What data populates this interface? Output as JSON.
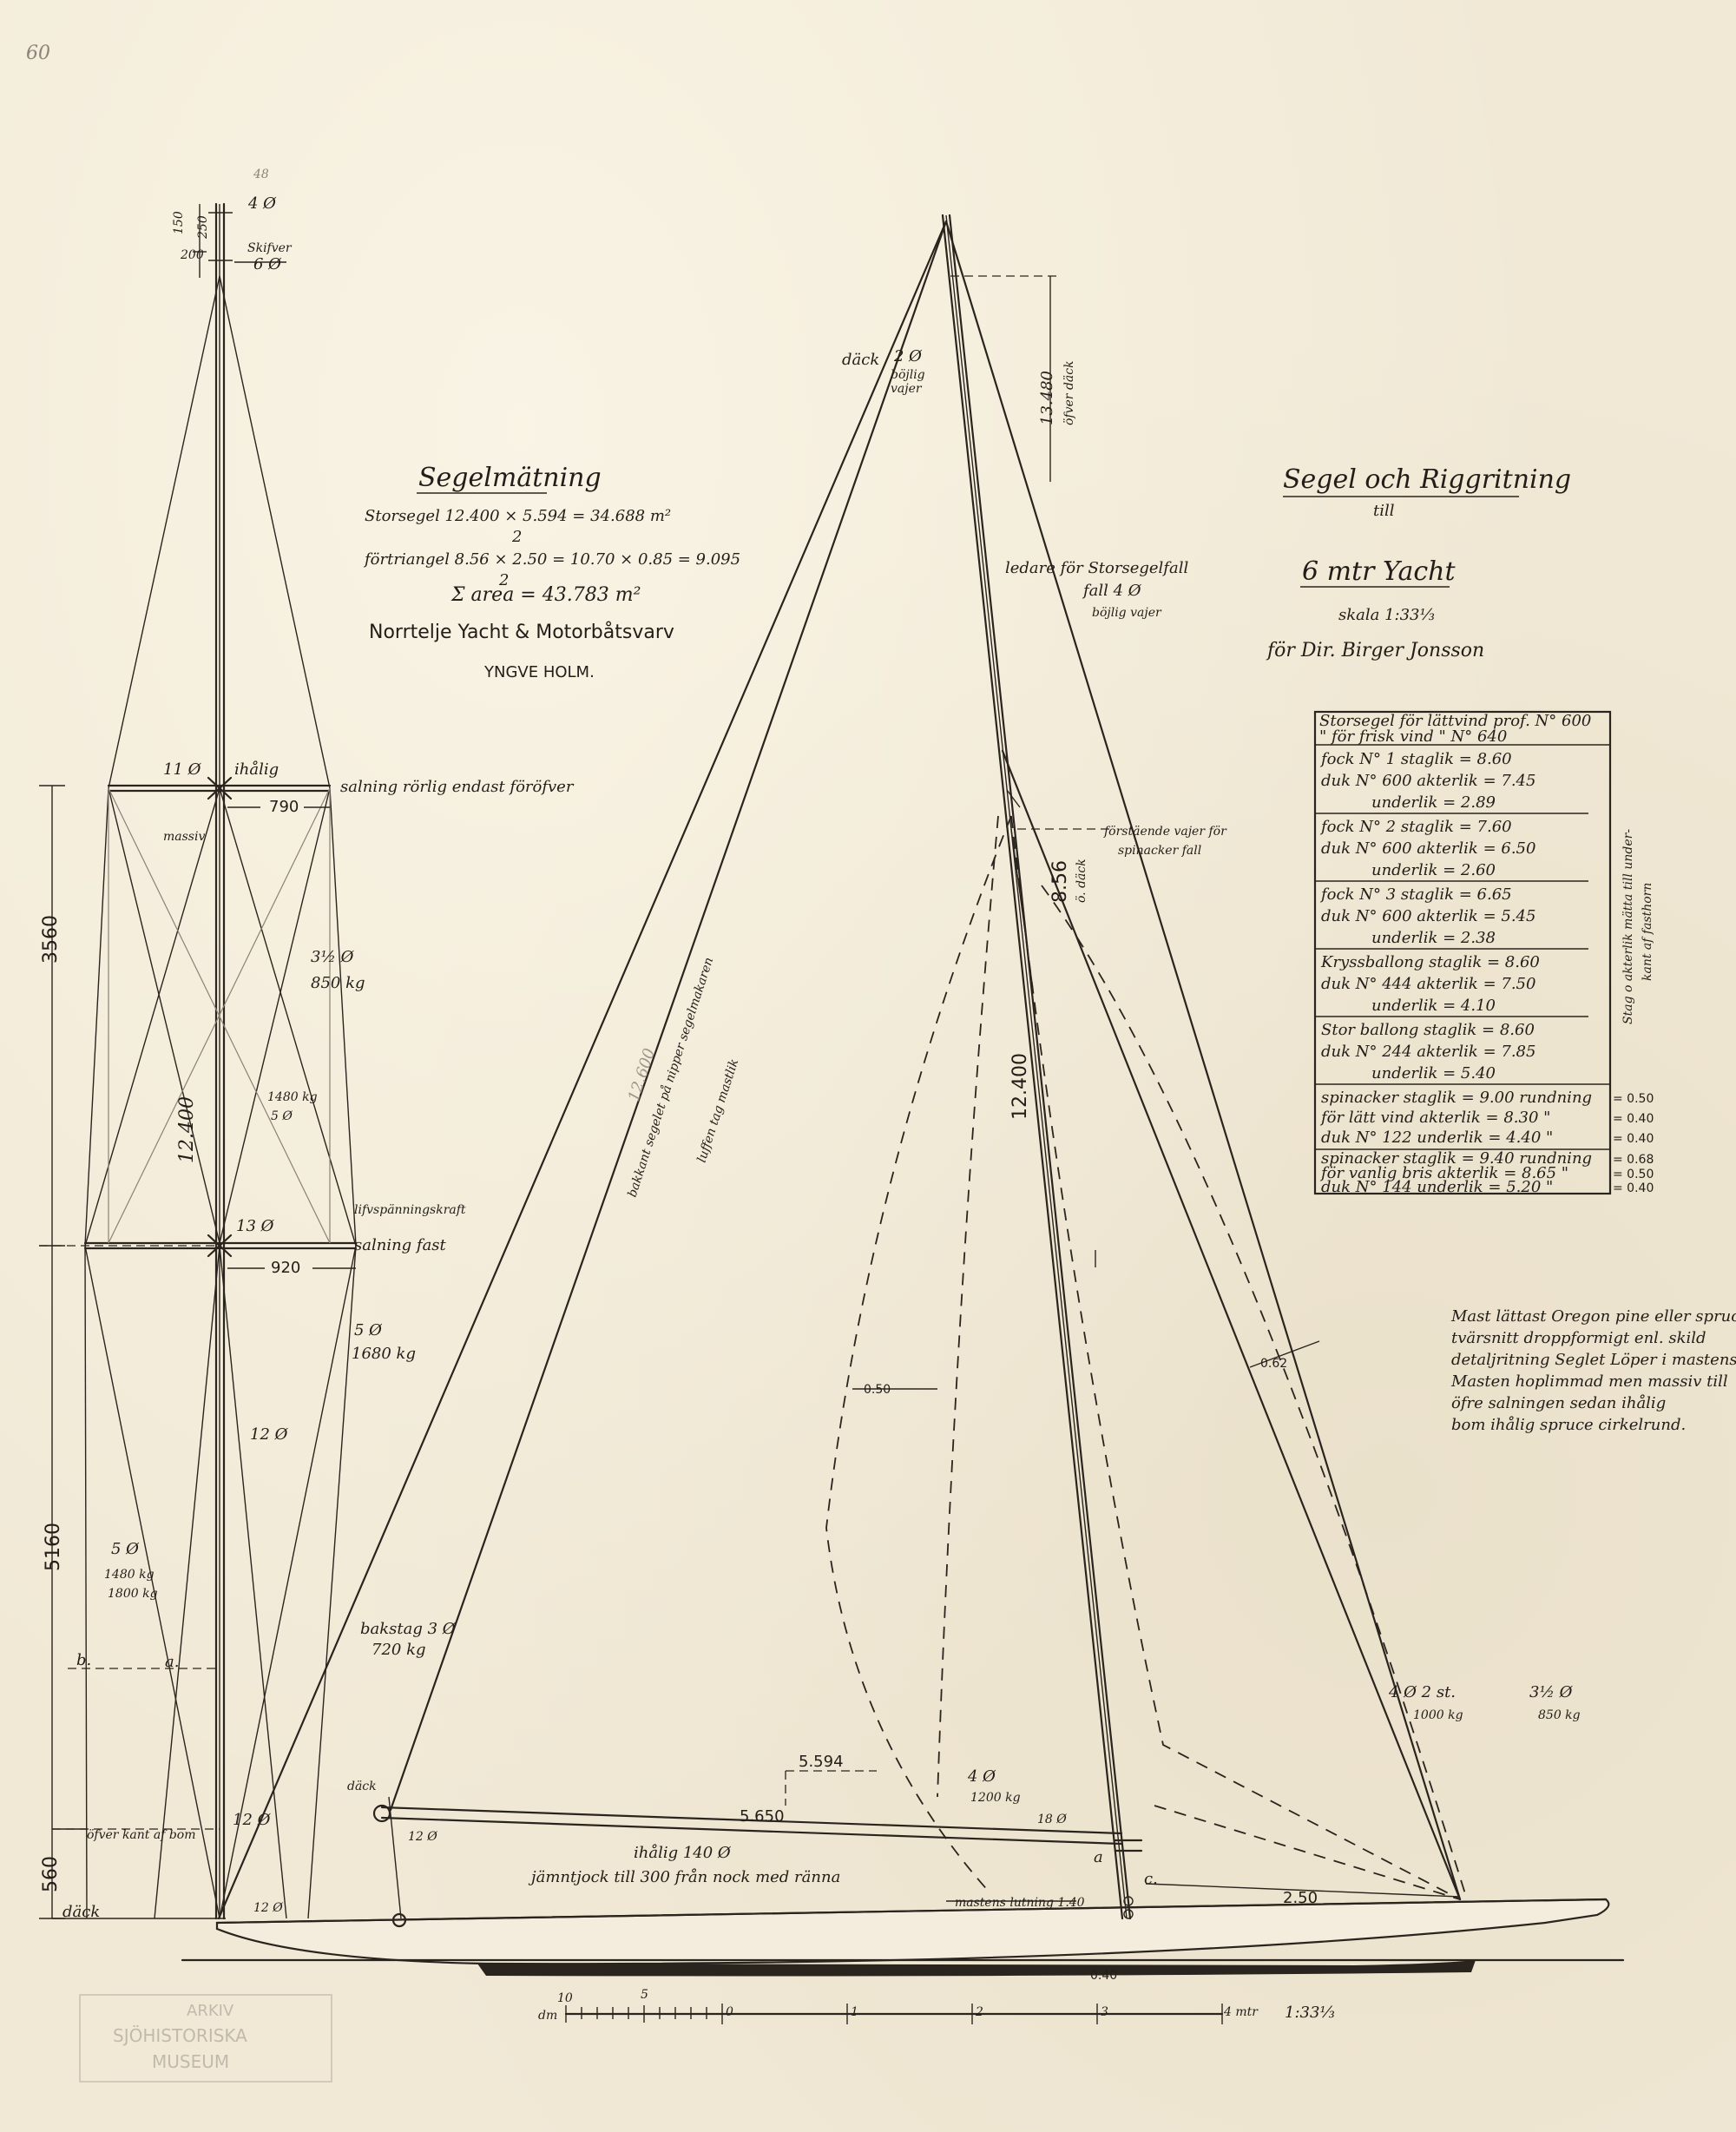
{
  "sheet": {
    "number": "60",
    "header_mark": "48"
  },
  "title_block": {
    "line1": "Segel och Riggritning",
    "line2": "till",
    "line3": "6 mtr Yacht",
    "scale": "skala 1:33⅓",
    "owner": "för Dir. Birger Jonsson"
  },
  "sail_area": {
    "heading": "Segelmätning",
    "mainsail": "Storsegel   12.400 × 5.594 = 34.688 m²",
    "mainsail_div": "2",
    "foretriangle": "förtriangel   8.56 × 2.50 = 10.70 × 0.85 = 9.095",
    "foretriangle_div": "2",
    "total": "Σ area = 43.783 m²",
    "yard": "Norrtelje Yacht & Motorbåtsvarv",
    "designer": "YNGVE HOLM."
  },
  "sails_table": {
    "header1": "Storsegel  för lättvind prof. N° 600",
    "header2": "\"   för frisk vind  \"  N° 640",
    "rows": [
      {
        "label": "fock N° 1   staglik = 8.60",
        "note": ""
      },
      {
        "label": "duk N° 600 akterlik = 7.45",
        "note": ""
      },
      {
        "label": "underlik = 2.89",
        "note": ""
      },
      {
        "label": "fock N° 2   staglik = 7.60",
        "note": ""
      },
      {
        "label": "duk N° 600 akterlik = 6.50",
        "note": ""
      },
      {
        "label": "underlik = 2.60",
        "note": ""
      },
      {
        "label": "fock N° 3   staglik = 6.65",
        "note": ""
      },
      {
        "label": "duk N° 600 akterlik = 5.45",
        "note": ""
      },
      {
        "label": "underlik = 2.38",
        "note": ""
      },
      {
        "label": "Kryssballong staglik = 8.60",
        "note": ""
      },
      {
        "label": "duk N° 444 akterlik = 7.50",
        "note": ""
      },
      {
        "label": "underlik = 4.10",
        "note": ""
      },
      {
        "label": "Stor ballong staglik = 8.60",
        "note": ""
      },
      {
        "label": "duk N° 244 akterlik = 7.85",
        "note": ""
      },
      {
        "label": "underlik = 5.40",
        "note": ""
      },
      {
        "label": "spinacker  staglik = 9.00 rundning",
        "note": "= 0.50"
      },
      {
        "label": "för lätt vind akterlik = 8.30   \"",
        "note": "= 0.40"
      },
      {
        "label": "duk N° 122 underlik = 4.40   \"",
        "note": "= 0.40"
      },
      {
        "label": "spinacker  staglik = 9.40 rundning",
        "note": "= 0.68"
      },
      {
        "label": "för vanlig bris akterlik = 8.65   \"",
        "note": "= 0.50"
      },
      {
        "label": "duk N° 144 underlik = 5.20   \"",
        "note": "= 0.40"
      }
    ],
    "side_note1": "Stag o akterlik mätta till under-",
    "side_note2": "kant af fasthorn"
  },
  "mast_note": {
    "lines": [
      "Mast lättast Oregon pine eller spruce",
      "tvärsnitt droppformigt enl. skild",
      "detaljritning Seglet Löper i mastens",
      "Masten hoplimmad men massiv till",
      "öfre salningen sedan ihålig",
      "bom ihålig spruce cirkelrund."
    ]
  },
  "mast_elevation": {
    "top_dims": [
      "150",
      "250",
      "200"
    ],
    "top_wire1": "4 Ø",
    "top_wire2": "6 Ø",
    "jumper_label": "Skifver",
    "upper_spreader_wire": "11 Ø",
    "upper_spreader_note": "ihålig",
    "upper_spreader_width": "790",
    "spreader_note": "salning rörlig endast föröfver",
    "massiv": "massiv",
    "wire_a1": "3½ Ø",
    "wire_a2": "850 kg",
    "wire_b1": "1480 kg",
    "wire_b2": "5 Ø",
    "mast_height": "12.400",
    "upper_span": "3560",
    "lower_spreader_wire": "13 Ø",
    "lower_spreader_note": "salning fast",
    "lower_spreader_tension": "lifvspänningskraft",
    "lower_spreader_width": "920",
    "wire_c1": "5 Ø",
    "wire_c2": "1680 kg",
    "wire_d": "12 Ø",
    "lower_span": "5160",
    "wire_e1": "5 Ø",
    "wire_e2": "1480 kg",
    "wire_e3": "1800 kg",
    "label_b": "b.",
    "label_a": "a.",
    "backstay1": "bakstag 3 Ø",
    "backstay2": "720 kg",
    "boom_mark": "öfver kant af bom",
    "wire_f": "12 Ø",
    "deck_span": "560",
    "deck": "däck",
    "wire_g": "12 Ø"
  },
  "rig_profile": {
    "top_label1": "däck",
    "top_label2": "2 Ø",
    "top_label3": "böjlig",
    "top_label4": "vajer",
    "mast_above": "13.480",
    "mast_above2": "öfver däck",
    "halyard1": "ledare för Storsegelfall",
    "halyard2": "fall 4 Ø",
    "halyard3": "böjlig vajer",
    "jib_halyard1": "förstäende vajer för",
    "jib_halyard2": "spinacker fall",
    "forestay_height": "8.56",
    "forestay_note": "ö. däck",
    "luff_note1": "bakkant segelet på nipper segelmakaren",
    "luff_note2": "luffen tag mastlik",
    "luff_faint": "12.600",
    "mast_dim": "12.400",
    "dim_050": "0.50",
    "dim_062": "0.62",
    "foot": "5.594",
    "boom_len": "5.650",
    "boom_wire1": "4 Ø",
    "boom_wire2": "1200 kg",
    "mast_step": "18 Ø",
    "boom_note1": "ihålig 140 Ø",
    "boom_note2": "jämntjock till 300 från nock med ränna",
    "deck_left": "däck",
    "boom_wire3": "12 Ø",
    "mast_partners": "mastens lutning 1.40",
    "foretriangle_base": "2.50",
    "label_a": "a",
    "label_c": "c.",
    "shroud1": "4 Ø  2 st.",
    "shroud2": "1000 kg",
    "forestay1": "3½ Ø",
    "forestay2": "850 kg",
    "keel_dim": "0.40"
  },
  "scale_bar": {
    "unit": "dm",
    "labels": [
      "10",
      "5",
      "0",
      "1",
      "2",
      "3",
      "4 mtr"
    ],
    "scale": "1:33⅓"
  },
  "stamp": {
    "line1": "ARKIV",
    "line2": "SJÖHISTORISKA",
    "line3": "MUSEUM"
  }
}
